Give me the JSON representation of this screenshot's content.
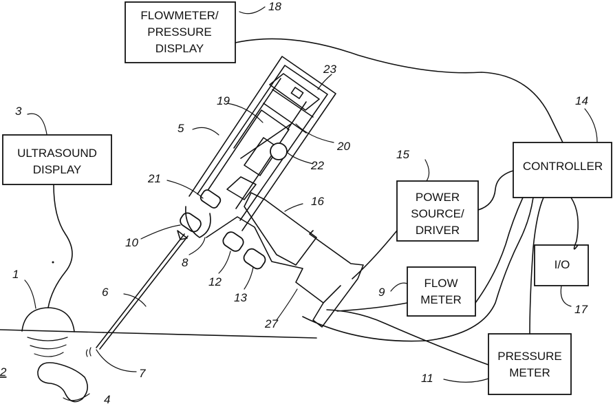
{
  "boxes": {
    "flowmeter_display": [
      "FLOWMETER/",
      "PRESSURE",
      "DISPLAY"
    ],
    "ultrasound_display": [
      "ULTRASOUND",
      "DISPLAY"
    ],
    "power_source": [
      "POWER",
      "SOURCE/",
      "DRIVER"
    ],
    "controller": [
      "CONTROLLER"
    ],
    "io": [
      "I/O"
    ],
    "flow_meter": [
      "FLOW",
      "METER"
    ],
    "pressure_meter": [
      "PRESSURE",
      "METER"
    ]
  },
  "refs": {
    "r1": "1",
    "r2": "2",
    "r3": "3",
    "r4": "4",
    "r5": "5",
    "r6": "6",
    "r7": "7",
    "r8": "8",
    "r9": "9",
    "r10": "10",
    "r11": "11",
    "r12": "12",
    "r13": "13",
    "r14": "14",
    "r15": "15",
    "r16": "16",
    "r17": "17",
    "r18": "18",
    "r19": "19",
    "r20": "20",
    "r21": "21",
    "r22": "22",
    "r23": "23",
    "r27": "27"
  }
}
